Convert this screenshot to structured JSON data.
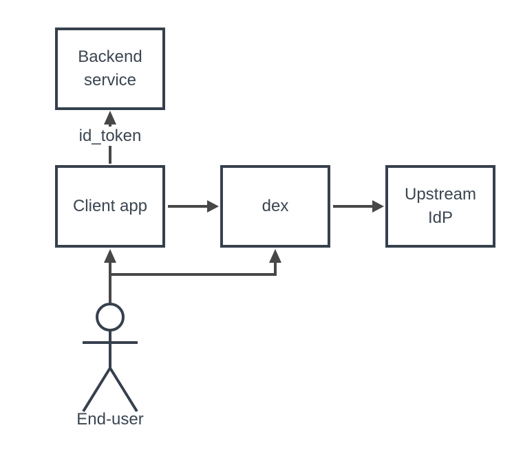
{
  "nodes": {
    "backend": {
      "label": "Backend\nservice"
    },
    "client": {
      "label": "Client app"
    },
    "dex": {
      "label": "dex"
    },
    "idp": {
      "label": "Upstream\nIdP"
    }
  },
  "labels": {
    "id_token": "id_token",
    "end_user": "End-user"
  },
  "edges": [
    {
      "from": "client",
      "to": "backend",
      "label": "id_token"
    },
    {
      "from": "client",
      "to": "dex",
      "label": ""
    },
    {
      "from": "dex",
      "to": "idp",
      "label": ""
    },
    {
      "from": "end_user",
      "to": "client",
      "label": ""
    },
    {
      "from": "end_user",
      "to": "dex",
      "label": ""
    }
  ],
  "colors": {
    "background": "#ffffff",
    "box-stroke": "#36404d",
    "connector": "#474747",
    "text": "#3b4551"
  }
}
